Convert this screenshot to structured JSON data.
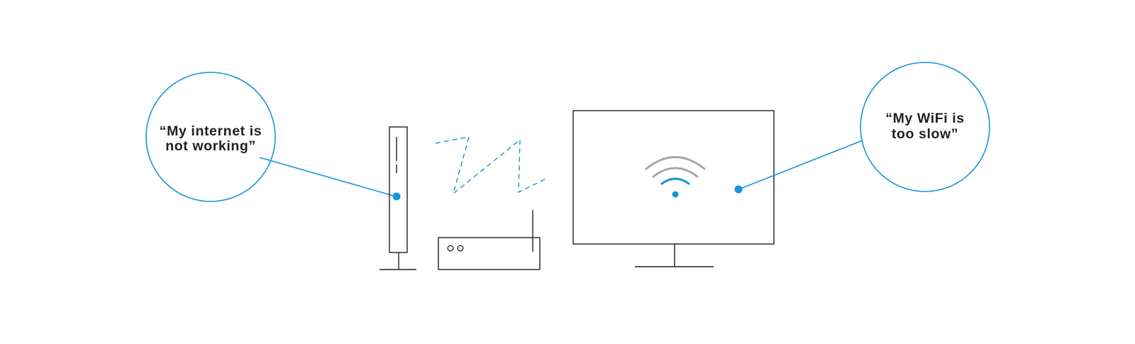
{
  "bubbles": {
    "left": {
      "line1": "“My internet is",
      "line2": "not working”"
    },
    "right": {
      "line1": "“My WiFi is",
      "line2": "too slow”"
    }
  },
  "colors": {
    "accent": "#1596d4",
    "outline": "#231f20",
    "wifi_gray": "#a6a6a6",
    "background": "#ffffff"
  }
}
